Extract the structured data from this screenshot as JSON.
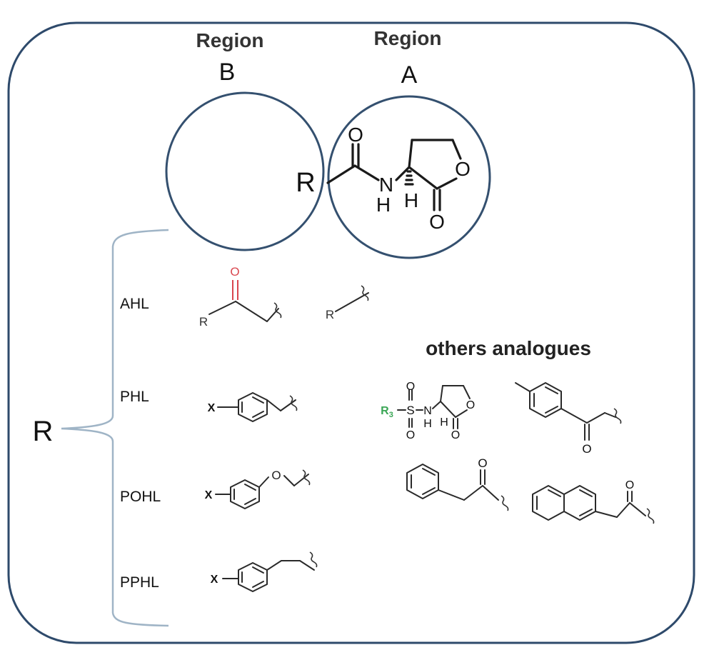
{
  "region_b": {
    "word": "Region",
    "letter": "B"
  },
  "region_a": {
    "word": "Region",
    "letter": "A"
  },
  "core": {
    "r_label": "R",
    "o_top": "O",
    "o_ring": "O",
    "o_bottom": "O",
    "n": "N",
    "h_n": "H",
    "h_c": "H"
  },
  "brace_r": "R",
  "classes": [
    {
      "label": "AHL",
      "sub_label": "R",
      "o_label": "O",
      "r2_label": "R"
    },
    {
      "label": "PHL",
      "sub_label": "X"
    },
    {
      "label": "POHL",
      "sub_label": "X",
      "o_label": "O"
    },
    {
      "label": "PPHL",
      "sub_label": "X"
    }
  ],
  "others": {
    "title": "others analogues",
    "sulfonamide": {
      "r3": "R",
      "r3_sub": "3",
      "s": "S",
      "o1": "O",
      "o2": "O",
      "n": "N",
      "h_n": "H",
      "h_c": "H",
      "o_ring": "O",
      "o_bottom": "O"
    },
    "tolyl_o": "O",
    "phenylacetyl_o": "O",
    "naphthyl_o": "O"
  },
  "colors": {
    "frame": "#2e4a6b",
    "circle": "#34506f",
    "brace": "#9fb4c6",
    "ketone_o": "#d9474f",
    "r3": "#3aa655"
  }
}
